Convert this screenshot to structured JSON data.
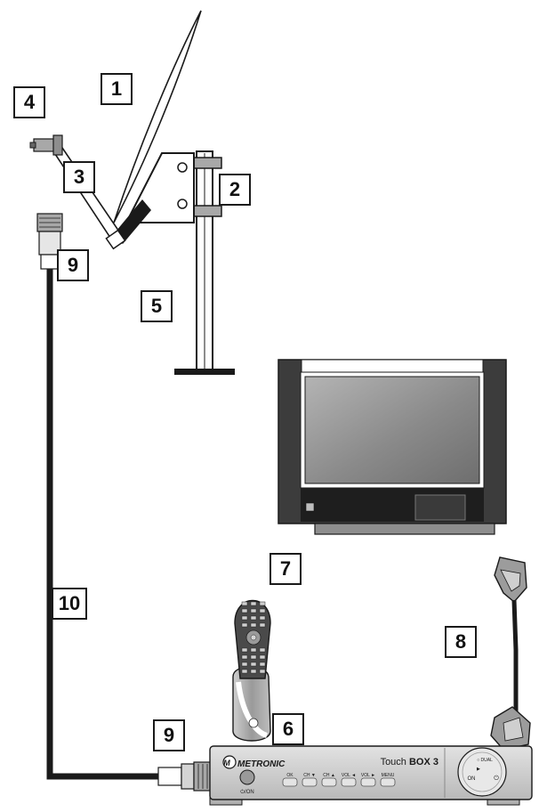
{
  "callouts": {
    "dish": "1",
    "mount_bracket": "2",
    "lnb_arm": "3",
    "lnb": "4",
    "mast": "5",
    "receiver": "6",
    "television": "7",
    "scart_cable": "8",
    "connector_top": "9",
    "connector_bottom": "9",
    "coax_cable": "10"
  },
  "receiver": {
    "brand": "METRONIC",
    "model_prefix": "Touch",
    "model_bold": "BOX 3",
    "power_label": "⏻/ON",
    "button_labels": [
      "OK",
      "CH ▼",
      "CH ▲",
      "VOL ◄",
      "VOL ►",
      "MENU"
    ],
    "wheel_top": "○ DUAL",
    "wheel_on": "ON",
    "wheel_off": "⏻"
  },
  "colors": {
    "line": "#1a1a1a",
    "tv_frame": "#3c3c3c",
    "tv_screen": "#8c8c8c",
    "receiver_body": "#cfcfcf",
    "metal": "#a8a8a8"
  }
}
